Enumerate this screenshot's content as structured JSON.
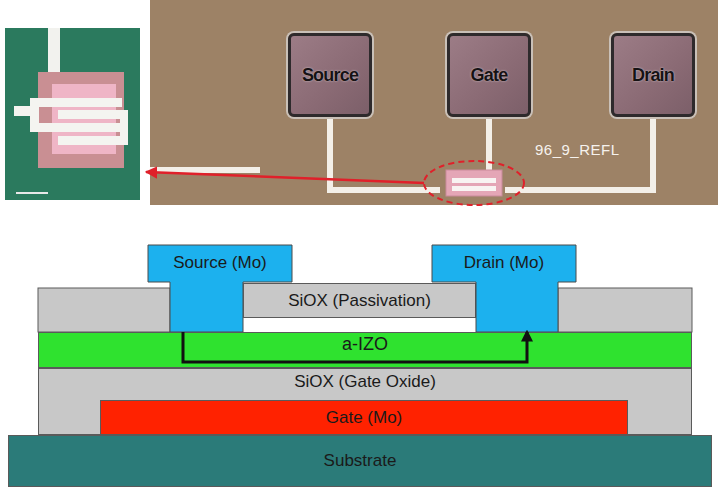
{
  "diagram": {
    "nodes": [
      {
        "text": [
          "Source"
        ]
      },
      {
        "text": [
          "Gate"
        ]
      },
      {
        "text": [
          "Drain"
        ]
      },
      {
        "text": [
          "Source (Mo)"
        ]
      },
      {
        "text": [
          "SiOX (Passivation)"
        ]
      },
      {
        "text": [
          "Drain (Mo)"
        ]
      },
      {
        "text": [
          "a-IZO"
        ]
      },
      {
        "text": [
          "SiOX (Gate Oxide)"
        ]
      },
      {
        "text": [
          "Gate (Mo)"
        ],
        "in": 7
      },
      {
        "text": [
          "Substrate"
        ]
      }
    ],
    "edges": [
      {
        "from": 3,
        "to": 5,
        "arrow": "to"
      }
    ],
    "labels": [
      "96_9_REFL"
    ]
  }
}
